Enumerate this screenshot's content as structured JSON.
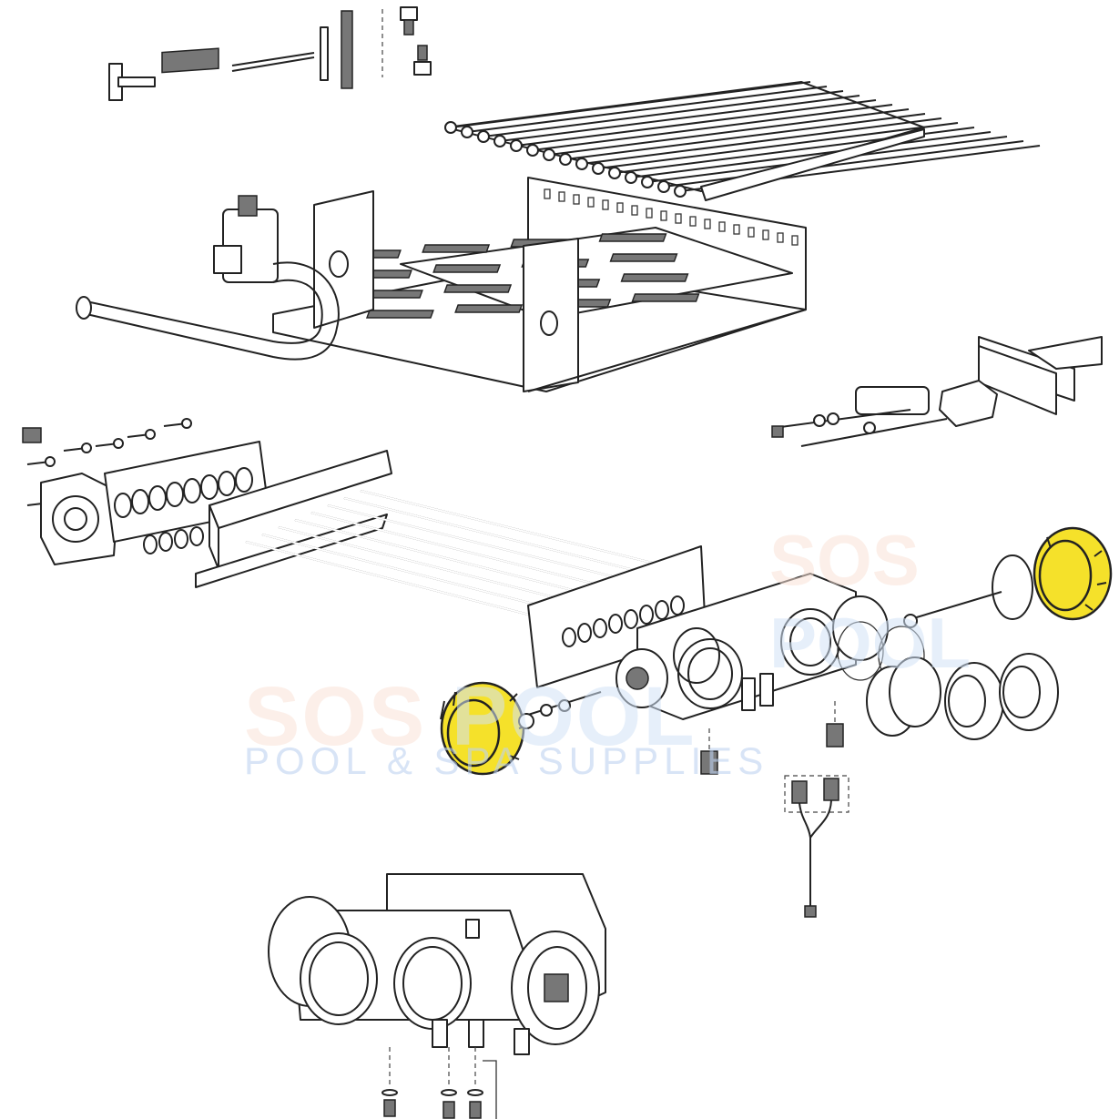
{
  "diagram": {
    "title": "Heater exploded parts view",
    "highlight_color": "#f5e12a",
    "highlighted_parts": [
      "header-cap-left",
      "header-cap-right"
    ]
  },
  "watermark": {
    "brand_part1": "SOS",
    "brand_part2": "POOL",
    "tagline": "POOL & SPA SUPPLIES"
  }
}
